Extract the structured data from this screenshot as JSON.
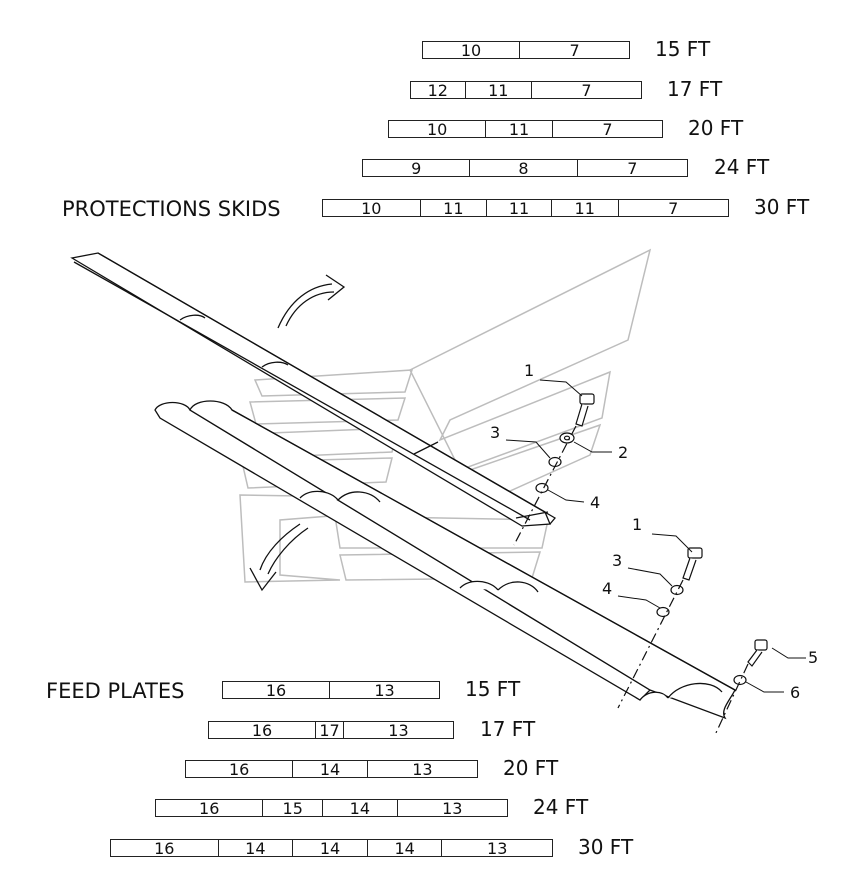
{
  "skids": {
    "title": "PROTECTIONS SKIDS",
    "rows": [
      {
        "length": "15 FT",
        "segments": [
          "10",
          "7"
        ]
      },
      {
        "length": "17 FT",
        "segments": [
          "12",
          "11",
          "7"
        ]
      },
      {
        "length": "20 FT",
        "segments": [
          "10",
          "11",
          "7"
        ]
      },
      {
        "length": "24 FT",
        "segments": [
          "9",
          "8",
          "7"
        ]
      },
      {
        "length": "30 FT",
        "segments": [
          "10",
          "11",
          "11",
          "11",
          "7"
        ]
      }
    ]
  },
  "plates": {
    "title": "FEED PLATES",
    "rows": [
      {
        "length": "15 FT",
        "segments": [
          "16",
          "13"
        ]
      },
      {
        "length": "17 FT",
        "segments": [
          "16",
          "17",
          "13"
        ]
      },
      {
        "length": "20 FT",
        "segments": [
          "16",
          "14",
          "13"
        ]
      },
      {
        "length": "24 FT",
        "segments": [
          "16",
          "15",
          "14",
          "13"
        ]
      },
      {
        "length": "30 FT",
        "segments": [
          "16",
          "14",
          "14",
          "14",
          "13"
        ]
      }
    ]
  },
  "callouts": {
    "c1a": "1",
    "c2": "2",
    "c3a": "3",
    "c4a": "4",
    "c1b": "1",
    "c3b": "3",
    "c4b": "4",
    "c5": "5",
    "c6": "6"
  }
}
